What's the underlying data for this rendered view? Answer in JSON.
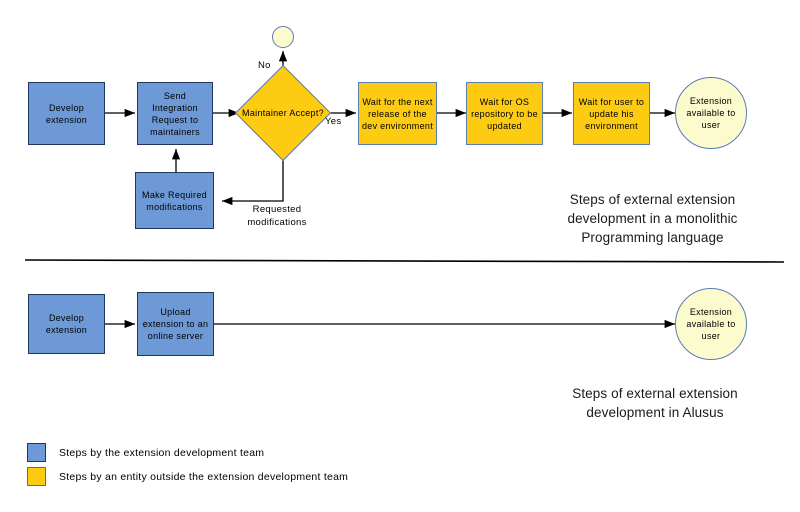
{
  "diagram": {
    "title_top": "Steps of external extension development in a monolithic Programming language",
    "title_bottom": "Steps of external extension development in Alusus",
    "colors": {
      "team_blue": "#6d9ad6",
      "team_blue_border": "#21365f",
      "external_yellow": "#fdcb11",
      "external_yellow_border": "#5a7db5",
      "terminal_fill": "#fbfbcd",
      "terminal_border": "#5a7db5",
      "line": "#000000"
    }
  },
  "top_flow": {
    "caption_lines": [
      "Steps of external extension",
      "development in a monolithic",
      "Programming language"
    ],
    "nodes": [
      {
        "id": "develop",
        "label": "Develop extension",
        "type": "process",
        "group": "team"
      },
      {
        "id": "send_request",
        "label": "Send Integration Request to maintainers",
        "type": "process",
        "group": "team"
      },
      {
        "id": "maintainer_accept",
        "label": "Maintainer Accept?",
        "type": "decision",
        "group": "external"
      },
      {
        "id": "wait_dev_release",
        "label": "Wait for the next release of the dev environment",
        "type": "process",
        "group": "external"
      },
      {
        "id": "wait_os_repo",
        "label": "Wait for OS repository to be updated",
        "type": "process",
        "group": "external"
      },
      {
        "id": "wait_user_update",
        "label": "Wait for user to update his environment",
        "type": "process",
        "group": "external"
      },
      {
        "id": "extension_available",
        "label": "Extension available to user",
        "type": "terminal",
        "group": "terminal"
      },
      {
        "id": "make_modifications",
        "label": "Make Required modifications",
        "type": "process",
        "group": "team"
      },
      {
        "id": "stop_circle",
        "label": "",
        "type": "end-circle",
        "group": "terminal"
      }
    ],
    "edge_labels": {
      "no": "No",
      "yes": "Yes",
      "requested_modifications": "Requested modifications"
    }
  },
  "bottom_flow": {
    "caption_lines": [
      "Steps of external extension",
      "development in Alusus"
    ],
    "nodes": [
      {
        "id": "develop2",
        "label": "Develop extension",
        "type": "process",
        "group": "team"
      },
      {
        "id": "upload",
        "label": "Upload extension to an online server",
        "type": "process",
        "group": "team"
      },
      {
        "id": "extension_available2",
        "label": "Extension available to user",
        "type": "terminal",
        "group": "terminal"
      }
    ]
  },
  "legend": {
    "items": [
      {
        "swatch": "team_blue",
        "label": "Steps by the extension development team"
      },
      {
        "swatch": "external_yellow",
        "label": "Steps by an entity outside the extension development team"
      }
    ]
  }
}
